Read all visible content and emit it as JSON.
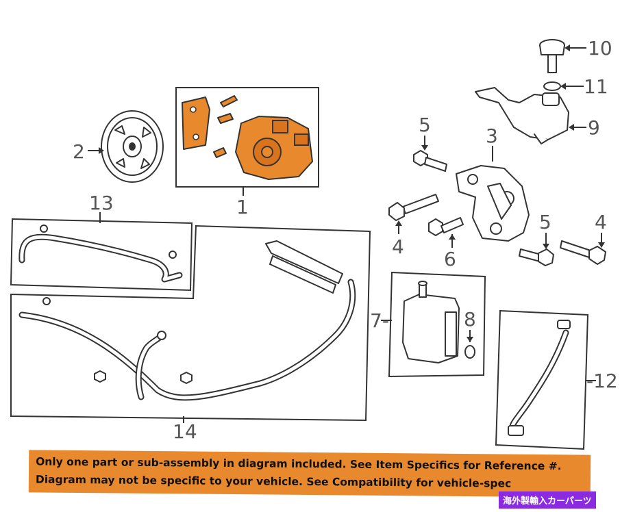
{
  "callouts": {
    "n1": "1",
    "n2": "2",
    "n3": "3",
    "n4a": "4",
    "n4b": "4",
    "n5a": "5",
    "n5b": "5",
    "n6": "6",
    "n7": "7-",
    "n8": "8",
    "n9": "9",
    "n10": "10",
    "n11": "11",
    "n12": "-12",
    "n13": "13",
    "n14": "14"
  },
  "colors": {
    "highlight": "#e8892e",
    "line": "#333333",
    "label": "#555555",
    "watermark": "#8a2be2"
  },
  "banner": {
    "line1": "Only one part or sub-assembly in diagram included. See Item Specifics for Reference #.",
    "line2": "Diagram may not be specific to your vehicle. See Compatibility for vehicle-spec"
  },
  "watermark": "海外製輸入カーパーツ"
}
